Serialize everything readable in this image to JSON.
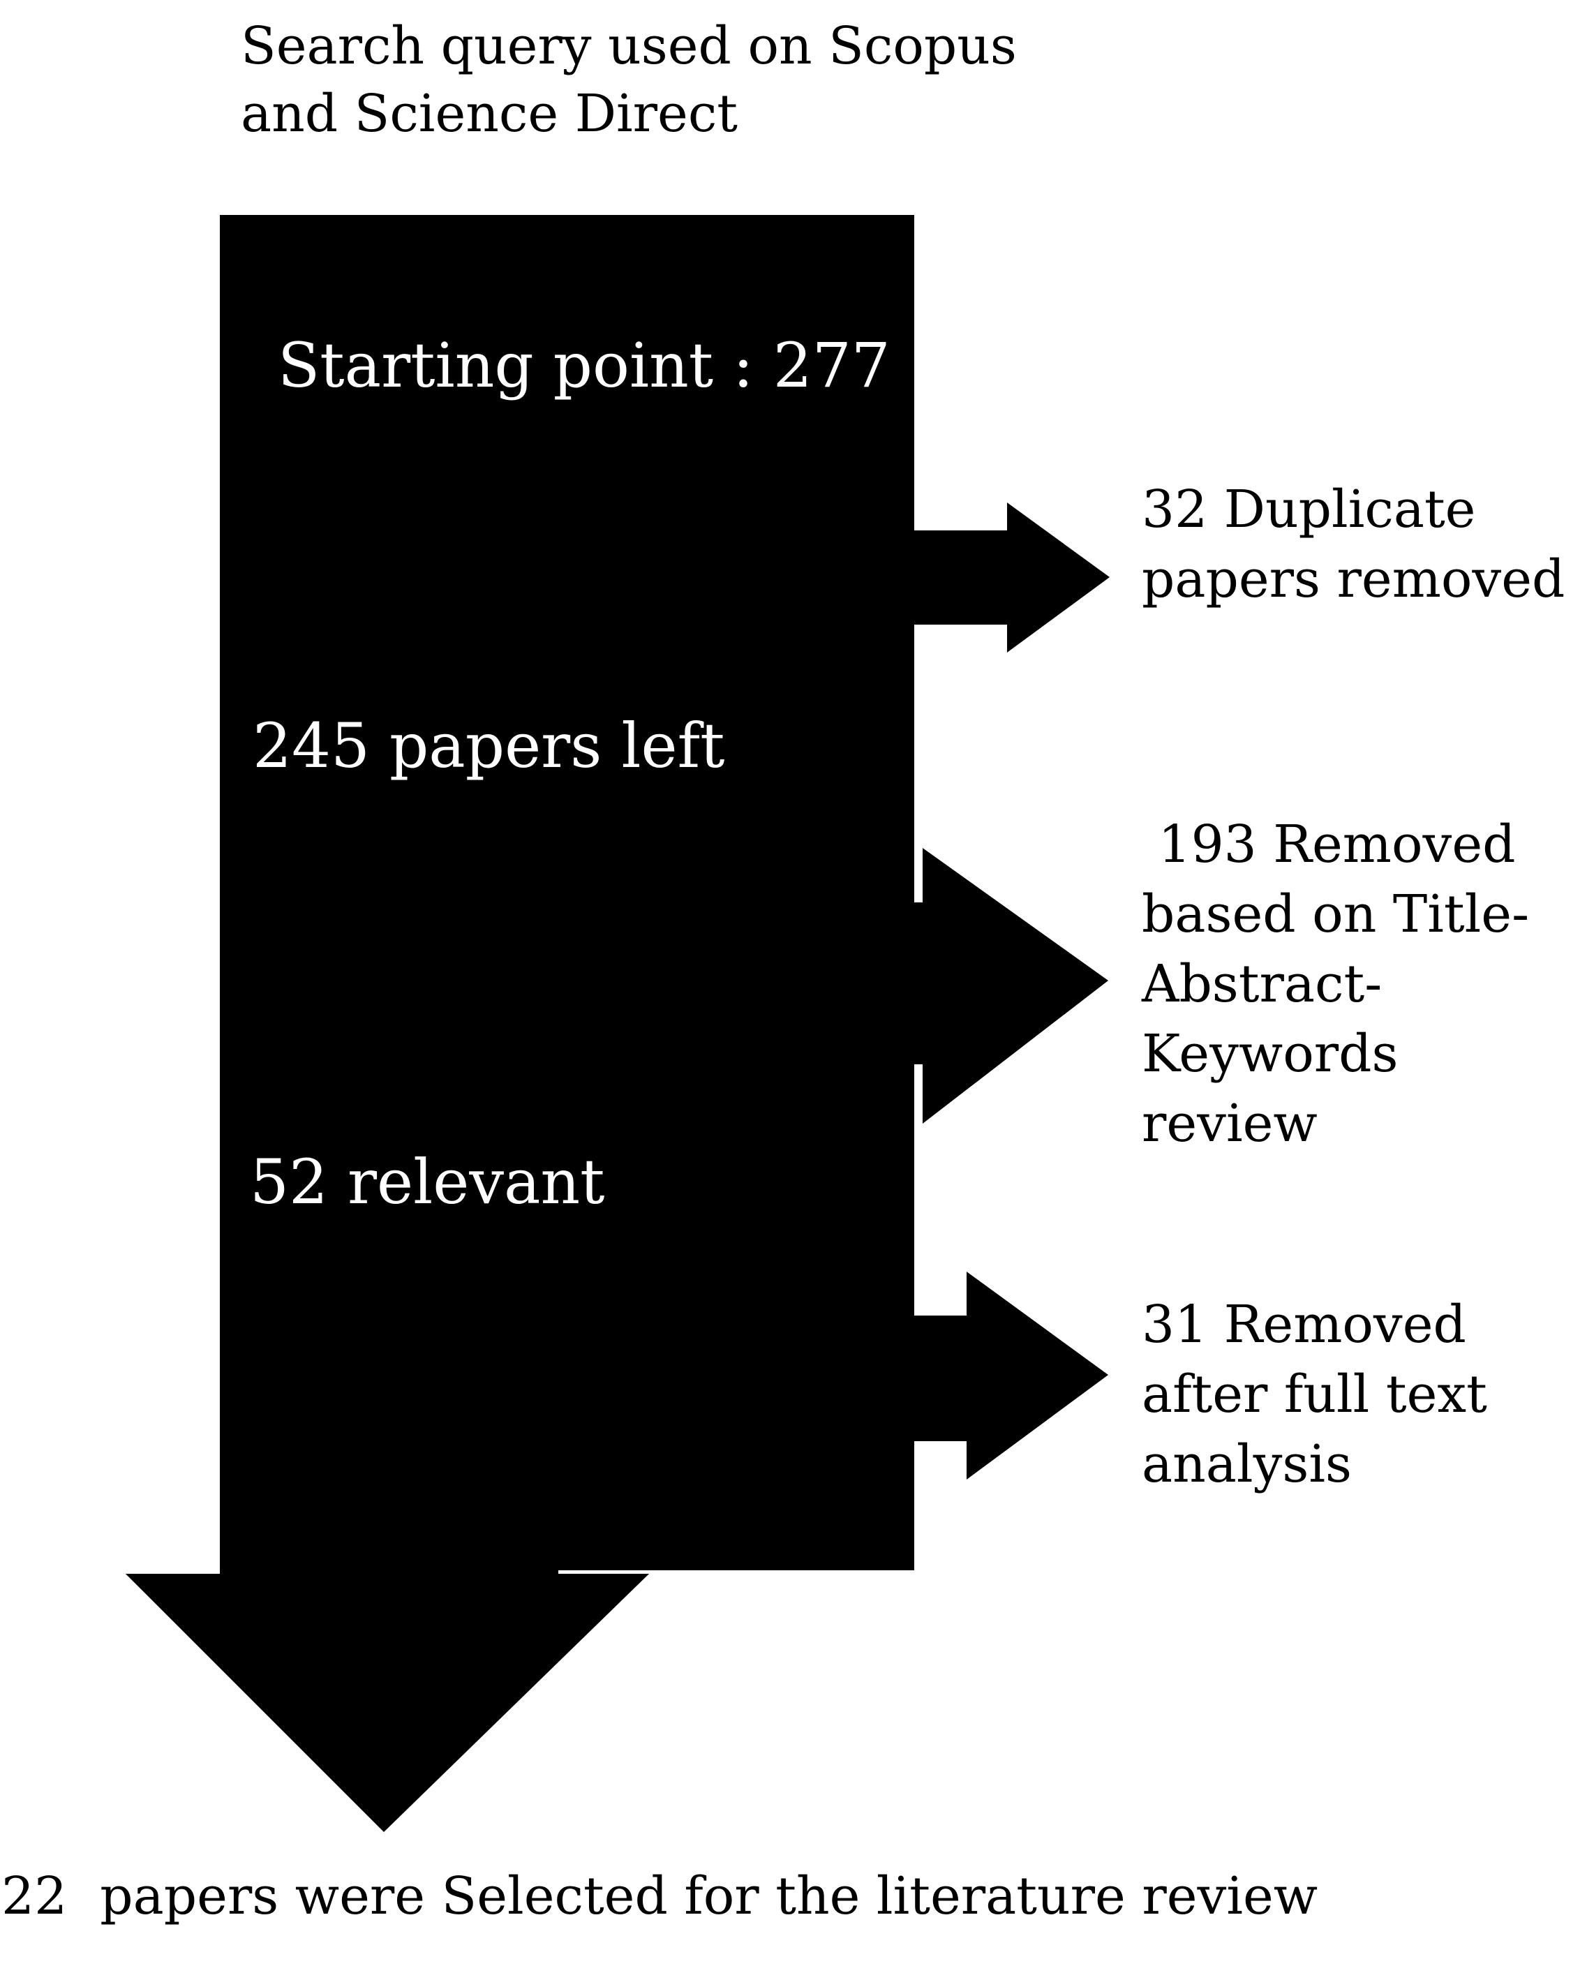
{
  "header": {
    "line1": "Search query used on Scopus",
    "line2": "and Science Direct"
  },
  "main_flow": {
    "start": "Starting point : 277",
    "after_duplicates": "245 papers left",
    "relevant": "52 relevant",
    "final": "22  papers were Selected for the literature review"
  },
  "removals": {
    "duplicates": {
      "line1": "32 Duplicate",
      "line2": "papers removed"
    },
    "title_abstract_keywords": {
      "line1": " 193 Removed",
      "line2": "based on Title-",
      "line3": "Abstract-",
      "line4": "Keywords",
      "line5": "review"
    },
    "full_text": {
      "line1": "31 Removed",
      "line2": "after full text",
      "line3": "analysis"
    }
  },
  "colors": {
    "arrow_fill": "#000000",
    "inner_text": "#ffffff",
    "background": "#ffffff"
  }
}
